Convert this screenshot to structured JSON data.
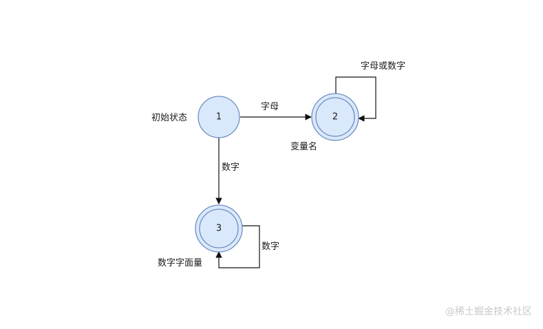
{
  "diagram": {
    "states": [
      {
        "id": "1",
        "label": "1",
        "accepting": false,
        "name": "初始状态"
      },
      {
        "id": "2",
        "label": "2",
        "accepting": true,
        "name": "变量名"
      },
      {
        "id": "3",
        "label": "3",
        "accepting": true,
        "name": "数字字面量"
      }
    ],
    "transitions": [
      {
        "from": "1",
        "to": "2",
        "label": "字母"
      },
      {
        "from": "1",
        "to": "3",
        "label": "数字"
      },
      {
        "from": "2",
        "to": "2",
        "label": "字母或数字"
      },
      {
        "from": "3",
        "to": "3",
        "label": "数字"
      }
    ],
    "colors": {
      "state_fill": "#dae8fc",
      "state_stroke": "#6c8ebf",
      "edge": "#111111"
    }
  },
  "watermark": "@稀土掘金技术社区"
}
